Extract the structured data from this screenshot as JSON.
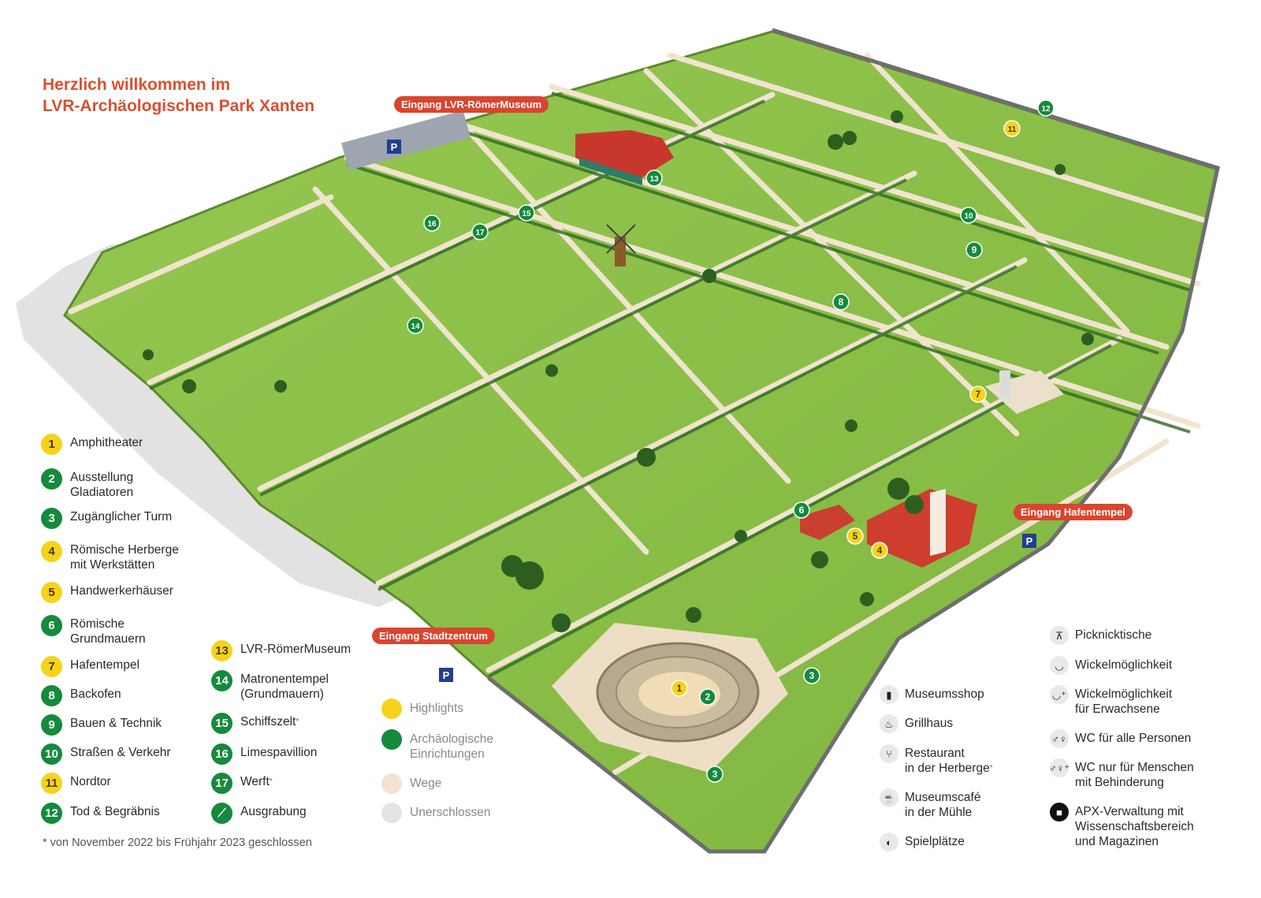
{
  "title": {
    "line1": "Herzlich willkommen im",
    "line2": "LVR-Archäologischen Park Xanten"
  },
  "entrances": {
    "roemermuseum": "Eingang LVR-RömerMuseum",
    "hafentempel": "Eingang Hafentempel",
    "stadtzentrum": "Eingang Stadtzentrum"
  },
  "parking_label": "P",
  "legend_left": [
    {
      "num": "1",
      "label": "Amphitheater",
      "type": "highlight"
    },
    {
      "num": "2",
      "label": "Ausstellung\nGladiatoren",
      "type": "facility"
    },
    {
      "num": "3",
      "label": "Zugänglicher Turm",
      "type": "facility"
    },
    {
      "num": "4",
      "label": "Römische Herberge\nmit Werkstätten",
      "type": "highlight"
    },
    {
      "num": "5",
      "label": "Handwerkerhäuser",
      "type": "highlight"
    },
    {
      "num": "6",
      "label": "Römische\nGrundmauern",
      "type": "facility"
    },
    {
      "num": "7",
      "label": "Hafentempel",
      "type": "highlight"
    },
    {
      "num": "8",
      "label": "Backofen",
      "type": "facility"
    },
    {
      "num": "9",
      "label": "Bauen & Technik",
      "type": "facility"
    },
    {
      "num": "10",
      "label": "Straßen & Verkehr",
      "type": "facility"
    },
    {
      "num": "11",
      "label": "Nordtor",
      "type": "highlight"
    },
    {
      "num": "12",
      "label": "Tod & Begräbnis",
      "type": "facility"
    }
  ],
  "legend_mid": [
    {
      "num": "13",
      "label": "LVR-RömerMuseum",
      "type": "highlight",
      "star": ""
    },
    {
      "num": "14",
      "label": "Matronentempel\n(Grundmauern)",
      "type": "facility",
      "star": ""
    },
    {
      "num": "15",
      "label": "Schiffszelt",
      "type": "facility",
      "star": "*"
    },
    {
      "num": "16",
      "label": "Limespavillion",
      "type": "facility",
      "star": ""
    },
    {
      "num": "17",
      "label": "Werft",
      "type": "facility",
      "star": "*"
    },
    {
      "num": "",
      "label": "Ausgrabung",
      "type": "facility",
      "star": ""
    }
  ],
  "key": [
    {
      "label": "Highlights",
      "color": "#f5d31b"
    },
    {
      "label": "Archäologische\nEinrichtungen",
      "color": "#158a3d"
    },
    {
      "label": "Wege",
      "color": "#f3e2cf"
    },
    {
      "label": "Unerschlossen",
      "color": "#e3e3e3"
    }
  ],
  "facilities_col1": [
    {
      "icon": "book-icon",
      "glyph": "▮",
      "label": "Museumsshop",
      "star": ""
    },
    {
      "icon": "grill-icon",
      "glyph": "♨",
      "label": "Grillhaus",
      "star": ""
    },
    {
      "icon": "cutlery-icon",
      "glyph": "⑂",
      "label": "Restaurant\nin der Herberge",
      "star": "*"
    },
    {
      "icon": "coffee-icon",
      "glyph": "☕",
      "label": "Museumscafé\nin der Mühle",
      "star": ""
    },
    {
      "icon": "playground-icon",
      "glyph": "◐",
      "label": "Spielplätze",
      "star": ""
    }
  ],
  "facilities_col2": [
    {
      "icon": "picnic-table-icon",
      "glyph": "⊼",
      "label": "Picknicktische",
      "dark": false
    },
    {
      "icon": "changing-table-icon",
      "glyph": "◡",
      "label": "Wickelmöglichkeit",
      "dark": false
    },
    {
      "icon": "adult-changing-icon",
      "glyph": "◡⁺",
      "label": "Wickelmöglichkeit\nfür Erwachsene",
      "dark": false
    },
    {
      "icon": "wc-icon",
      "glyph": "♂♀",
      "label": "WC für alle Personen",
      "dark": false
    },
    {
      "icon": "accessible-wc-icon",
      "glyph": "♂♀⁺",
      "label": "WC nur für Menschen\nmit Behinderung",
      "dark": false
    },
    {
      "icon": "administration-icon",
      "glyph": "■",
      "label": "APX-Verwaltung mit\nWissenschaftsbereich\nund Magazinen",
      "dark": true
    }
  ],
  "footnote": "* von November 2022 bis Frühjahr 2023 geschlossen",
  "map_markers": [
    {
      "num": "1",
      "type": "highlight"
    },
    {
      "num": "2",
      "type": "facility"
    },
    {
      "num": "3",
      "type": "facility"
    },
    {
      "num": "3",
      "type": "facility"
    },
    {
      "num": "4",
      "type": "highlight"
    },
    {
      "num": "5",
      "type": "highlight"
    },
    {
      "num": "6",
      "type": "facility"
    },
    {
      "num": "7",
      "type": "highlight"
    },
    {
      "num": "8",
      "type": "facility"
    },
    {
      "num": "9",
      "type": "facility"
    },
    {
      "num": "10",
      "type": "facility"
    },
    {
      "num": "11",
      "type": "highlight"
    },
    {
      "num": "12",
      "type": "facility"
    },
    {
      "num": "13",
      "type": "facility"
    },
    {
      "num": "14",
      "type": "facility"
    },
    {
      "num": "15",
      "type": "facility"
    },
    {
      "num": "16",
      "type": "facility"
    },
    {
      "num": "17",
      "type": "facility"
    }
  ],
  "colors": {
    "highlight": "#f5d31b",
    "facility": "#158a3d",
    "grass": "#8bc34a",
    "hedge": "#3f7a2a",
    "path": "#f3e2cf",
    "entrance": "#d9452f",
    "parking": "#1f3f8f"
  }
}
